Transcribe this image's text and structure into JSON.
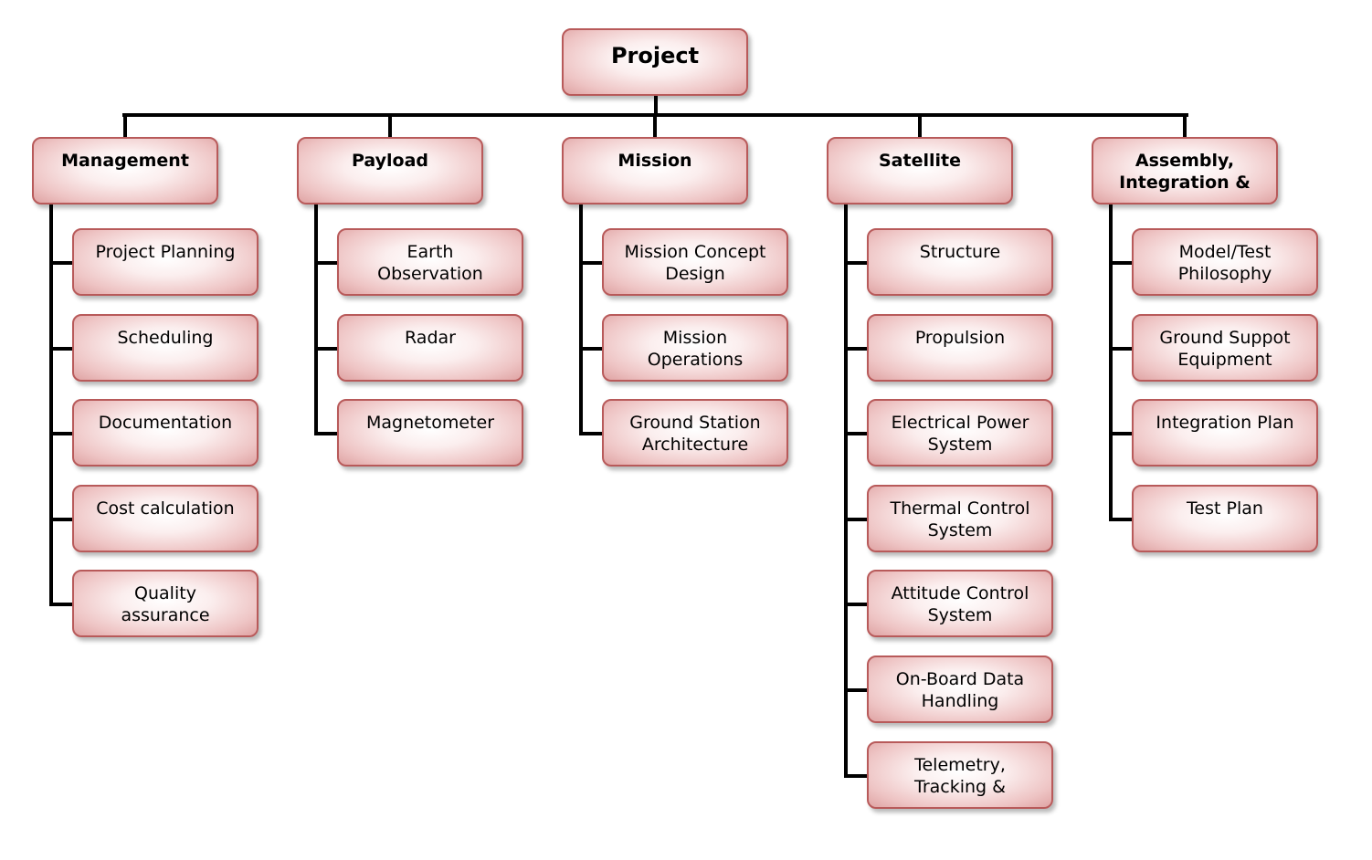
{
  "diagram": {
    "root": "Project",
    "branches": [
      {
        "label": "Management",
        "items": [
          "Project Planning",
          "Scheduling",
          "Documentation",
          "Cost calculation",
          "Quality\nassurance"
        ]
      },
      {
        "label": "Payload",
        "items": [
          "Earth\nObservation",
          "Radar",
          "Magnetometer"
        ]
      },
      {
        "label": "Mission",
        "items": [
          "Mission Concept\nDesign",
          "Mission\nOperations",
          "Ground Station\nArchitecture"
        ]
      },
      {
        "label": "Satellite",
        "items": [
          "Structure",
          "Propulsion",
          "Electrical Power\nSystem",
          "Thermal Control\nSystem",
          "Attitude Control\nSystem",
          "On-Board Data\nHandling",
          "Telemetry,\nTracking &"
        ]
      },
      {
        "label": "Assembly,\nIntegration &",
        "items": [
          "Model/Test\nPhilosophy",
          "Ground Suppot\nEquipment",
          "Integration Plan",
          "Test Plan"
        ]
      }
    ]
  },
  "colors": {
    "box_border": "#b85a5a",
    "box_fill_center": "#ffffff",
    "box_fill_edge": "#dfa3a3",
    "connector": "#000000"
  }
}
